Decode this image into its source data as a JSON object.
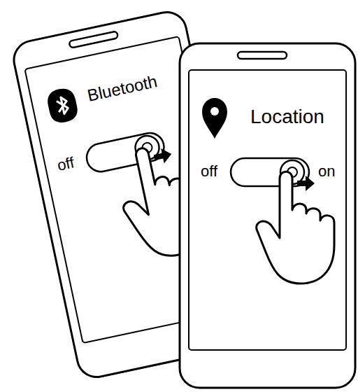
{
  "diagram": {
    "labels": [
      "Bluetooth",
      "off",
      "Location",
      "off",
      "on"
    ]
  }
}
